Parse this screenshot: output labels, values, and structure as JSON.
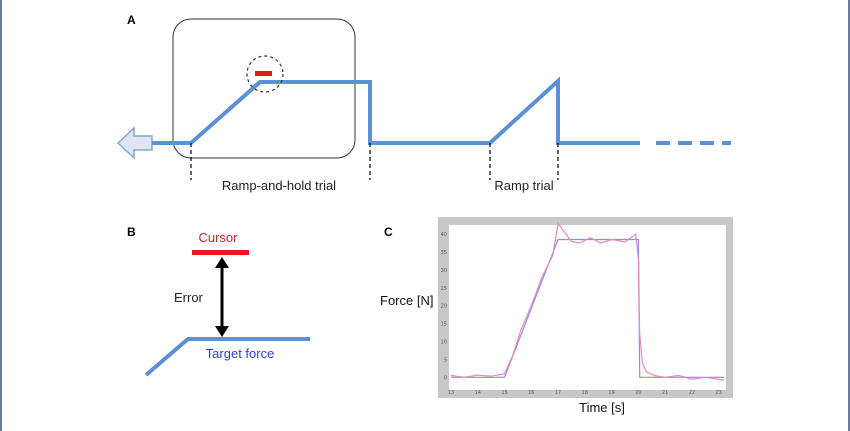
{
  "panels": {
    "a": {
      "letter": "A",
      "ramp_hold_label": "Ramp-and-hold trial",
      "ramp_label": "Ramp trial"
    },
    "b": {
      "letter": "B",
      "cursor_label": "Cursor",
      "error_label": "Error",
      "target_label": "Target force"
    },
    "c": {
      "letter": "C",
      "ylabel": "Force [N]",
      "xlabel": "Time [s]"
    }
  },
  "colors": {
    "target": "#5b8fd6",
    "cursor": "#e8141f",
    "arrow_fill": "#dde6f2",
    "arrow_stroke": "#8aa6cc",
    "trace_target": "#8c8cf0",
    "trace_force": "#e888b8",
    "frame": "#c8c8c8"
  },
  "chart_data": {
    "type": "line",
    "xlabel": "Time [s]",
    "ylabel": "Force [N]",
    "xlim": [
      13,
      23.2
    ],
    "ylim": [
      -3,
      42
    ],
    "x_ticks": [
      "13",
      "14",
      "15",
      "16",
      "17",
      "18",
      "19",
      "20",
      "21",
      "22",
      "23"
    ],
    "y_ticks": [
      "0",
      "5",
      "10",
      "15",
      "20",
      "25",
      "30",
      "35",
      "40"
    ],
    "series": [
      {
        "x": [
          13,
          15,
          17,
          20,
          20.05,
          23.2
        ],
        "y": [
          0,
          0,
          38.5,
          38.5,
          0,
          0
        ]
      },
      {
        "x": [
          13,
          13.5,
          14,
          14.5,
          15,
          15.3,
          15.6,
          16,
          16.4,
          16.8,
          17,
          17.2,
          17.5,
          17.8,
          18.2,
          18.6,
          19,
          19.5,
          19.9,
          20,
          20.05,
          20.15,
          20.3,
          20.6,
          21,
          21.5,
          22,
          22.5,
          23.2
        ],
        "y": [
          0.5,
          0,
          0.6,
          0.3,
          1,
          6,
          13,
          20,
          28,
          34,
          43,
          41,
          38,
          37.5,
          39,
          37.5,
          38.5,
          37.8,
          40,
          33,
          12,
          4,
          1.5,
          0.5,
          0,
          0.5,
          -0.5,
          0,
          -0.8
        ]
      }
    ]
  }
}
